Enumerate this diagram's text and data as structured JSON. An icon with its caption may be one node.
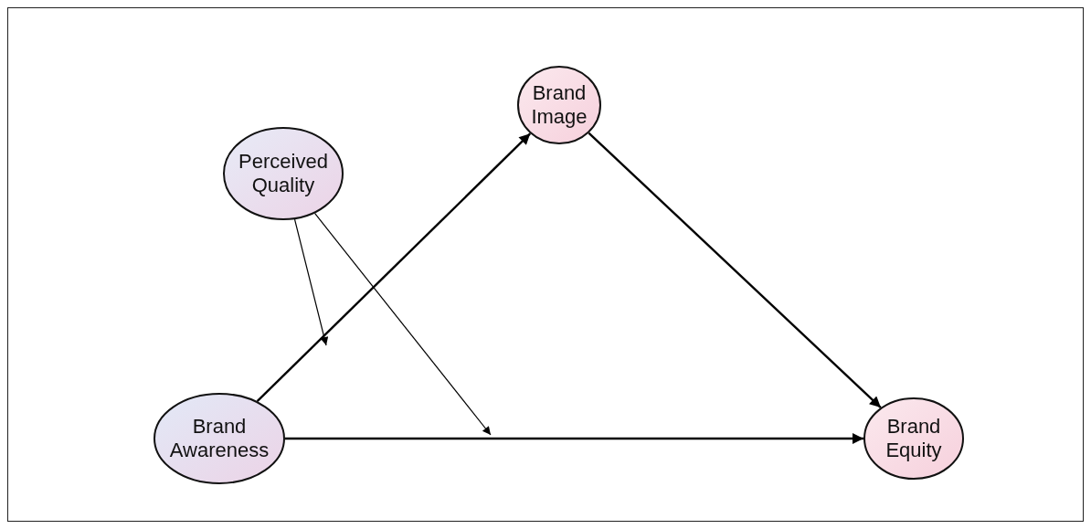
{
  "diagram": {
    "nodes": [
      {
        "text": [
          "Brand Image"
        ]
      },
      {
        "text": [
          "Perceived Quality"
        ]
      },
      {
        "text": [
          "Brand Awareness"
        ]
      },
      {
        "text": [
          "Brand Equity"
        ]
      }
    ],
    "edges": [
      {
        "from": 2,
        "to": 0,
        "arrow": "to"
      },
      {
        "from": 0,
        "to": 3,
        "arrow": "to"
      },
      {
        "from": 2,
        "to": 3,
        "arrow": "to"
      },
      {
        "from": 1,
        "to": null,
        "arrow": "to"
      },
      {
        "from": 1,
        "to": null,
        "arrow": "to"
      }
    ]
  }
}
